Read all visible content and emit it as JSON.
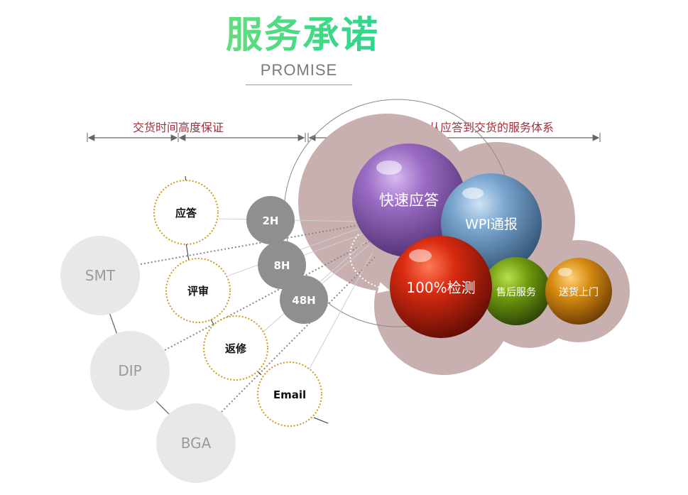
{
  "header": {
    "title": "服务承诺",
    "subtitle": "PROMISE"
  },
  "ranges": {
    "left_label": "交货时间高度保证",
    "right_label": "建立从应答到交货的服务体系"
  },
  "packages": [
    "SMT",
    "DIP",
    "BGA"
  ],
  "steps": [
    "应答",
    "评审",
    "返修",
    "Email"
  ],
  "times": [
    "2H",
    "8H",
    "48H"
  ],
  "services": {
    "quick_response": "快速应答",
    "wpi_report": "WPI通报",
    "full_inspection": "100%检测",
    "after_sales": "售后服务",
    "door_delivery": "送货上门"
  },
  "colors": {
    "title_green": "#3ddc85",
    "label_red": "#a0303a",
    "package_gray": "#e8e8e8",
    "step_border": "#d19a1e",
    "time_gray": "#8f8f8f",
    "cloud": "#c9b0b0",
    "purple": "#8a5bb0",
    "blue": "#6d9cc6",
    "red": "#c3220e",
    "green": "#6e9a0e",
    "orange": "#d48a10"
  }
}
